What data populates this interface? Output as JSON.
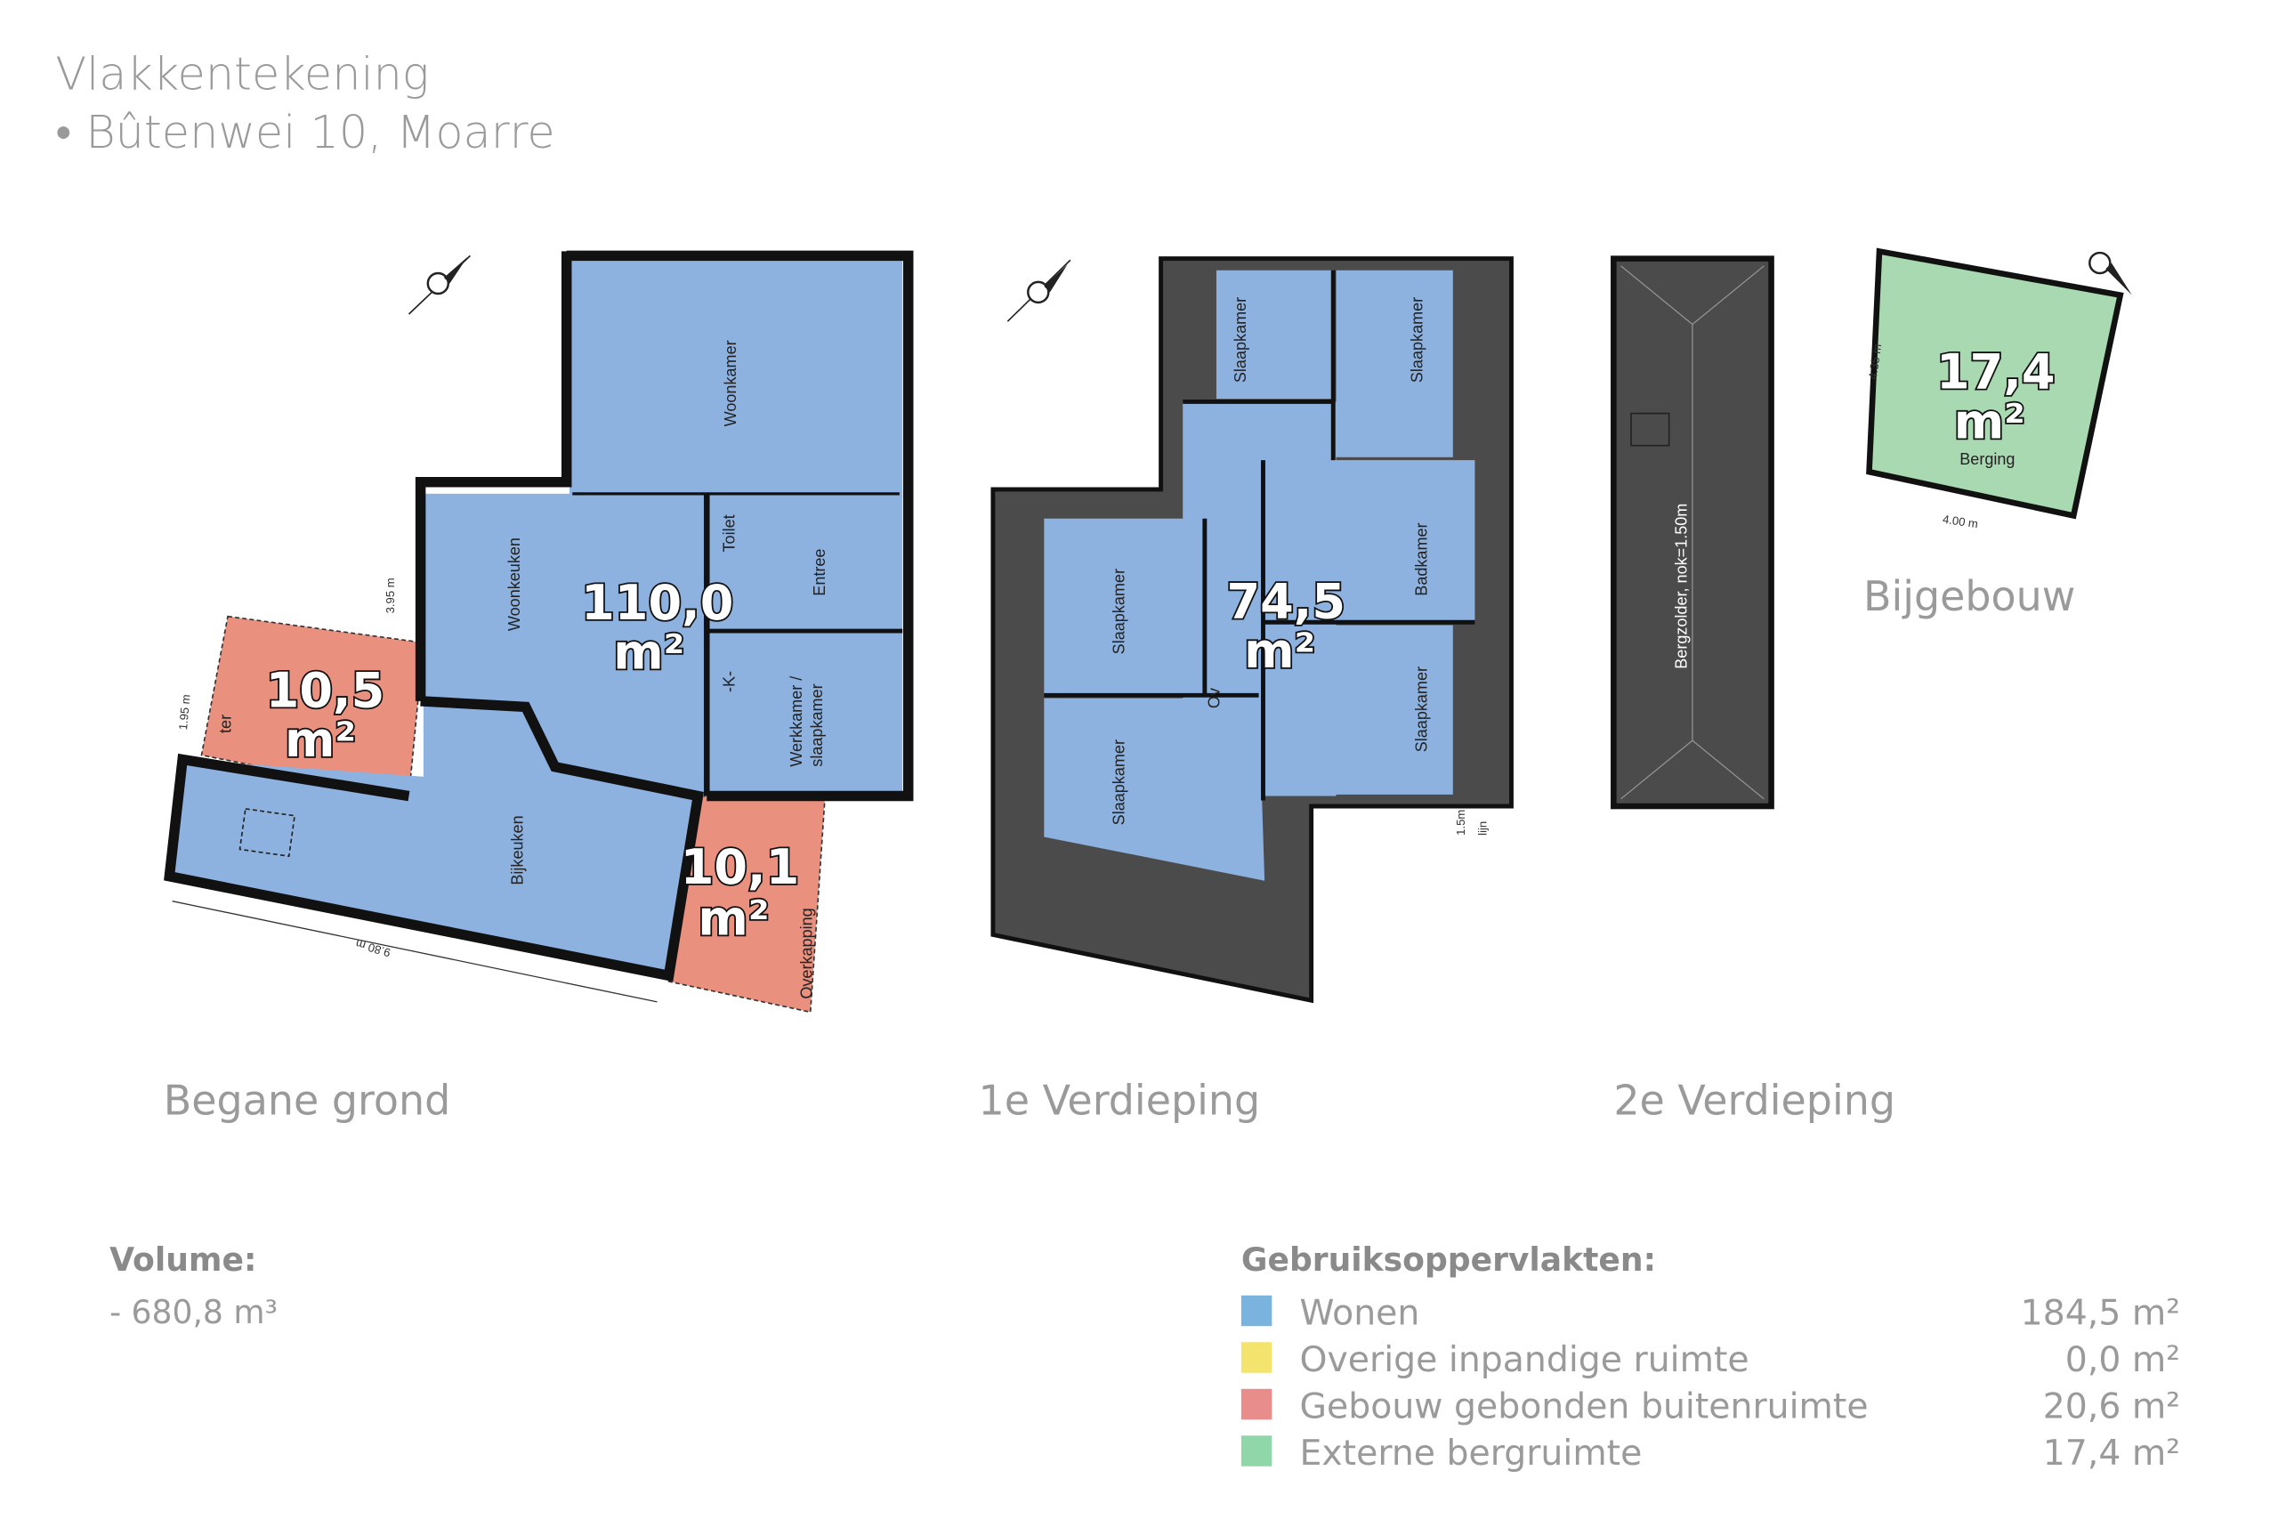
{
  "header": {
    "title": "Vlakkentekening",
    "address": "• Bûtenwei 10, Moarre"
  },
  "floors": {
    "ground": {
      "label": "Begane grond",
      "total_area": "110,0",
      "terras_area": "10,5",
      "overkapping_area": "10,1",
      "unit": "m²",
      "rooms": [
        "Woonkamer",
        "Woonkeuken",
        "Toilet",
        "Entree",
        "-K-",
        "Werkkamer /",
        "slaapkamer",
        "Bijkeuken",
        "Overkapping",
        "ter"
      ],
      "dims": [
        "3.95 m",
        "1.95 m",
        "9.80 m"
      ]
    },
    "first": {
      "label": "1e Verdieping",
      "total_area": "74,5",
      "unit": "m²",
      "rooms": [
        "Slaapkamer",
        "Slaapkamer",
        "Slaapkamer",
        "Slaapkamer",
        "Slaapkamer",
        "Badkamer",
        "Ov"
      ],
      "dims": [
        "1.5m",
        "lijn"
      ]
    },
    "second": {
      "label": "2e Verdieping",
      "rooms": [
        "Bergzolder, nok=1.50m"
      ]
    },
    "annex": {
      "label": "Bijgebouw",
      "area": "17,4",
      "unit": "m²",
      "room": "Berging",
      "dims": [
        "4.35 m",
        "4.00 m"
      ]
    }
  },
  "volume": {
    "heading": "Volume:",
    "value": "- 680,8 m³"
  },
  "legend": {
    "heading": "Gebruiksoppervlakten:",
    "items": [
      {
        "label": "Wonen",
        "value": "184,5 m²",
        "color": "#7ab3de"
      },
      {
        "label": "Overige inpandige ruimte",
        "value": "0,0 m²",
        "color": "#f2e46c"
      },
      {
        "label": "Gebouw gebonden buitenruimte",
        "value": "20,6 m²",
        "color": "#e98c8c"
      },
      {
        "label": "Externe bergruimte",
        "value": "17,4 m²",
        "color": "#8fd6a8"
      }
    ]
  },
  "colors": {
    "living": "#8db2e0",
    "outdoor": "#e9907f",
    "storage": "#a9d9b1",
    "roof": "#4b4b4b"
  }
}
